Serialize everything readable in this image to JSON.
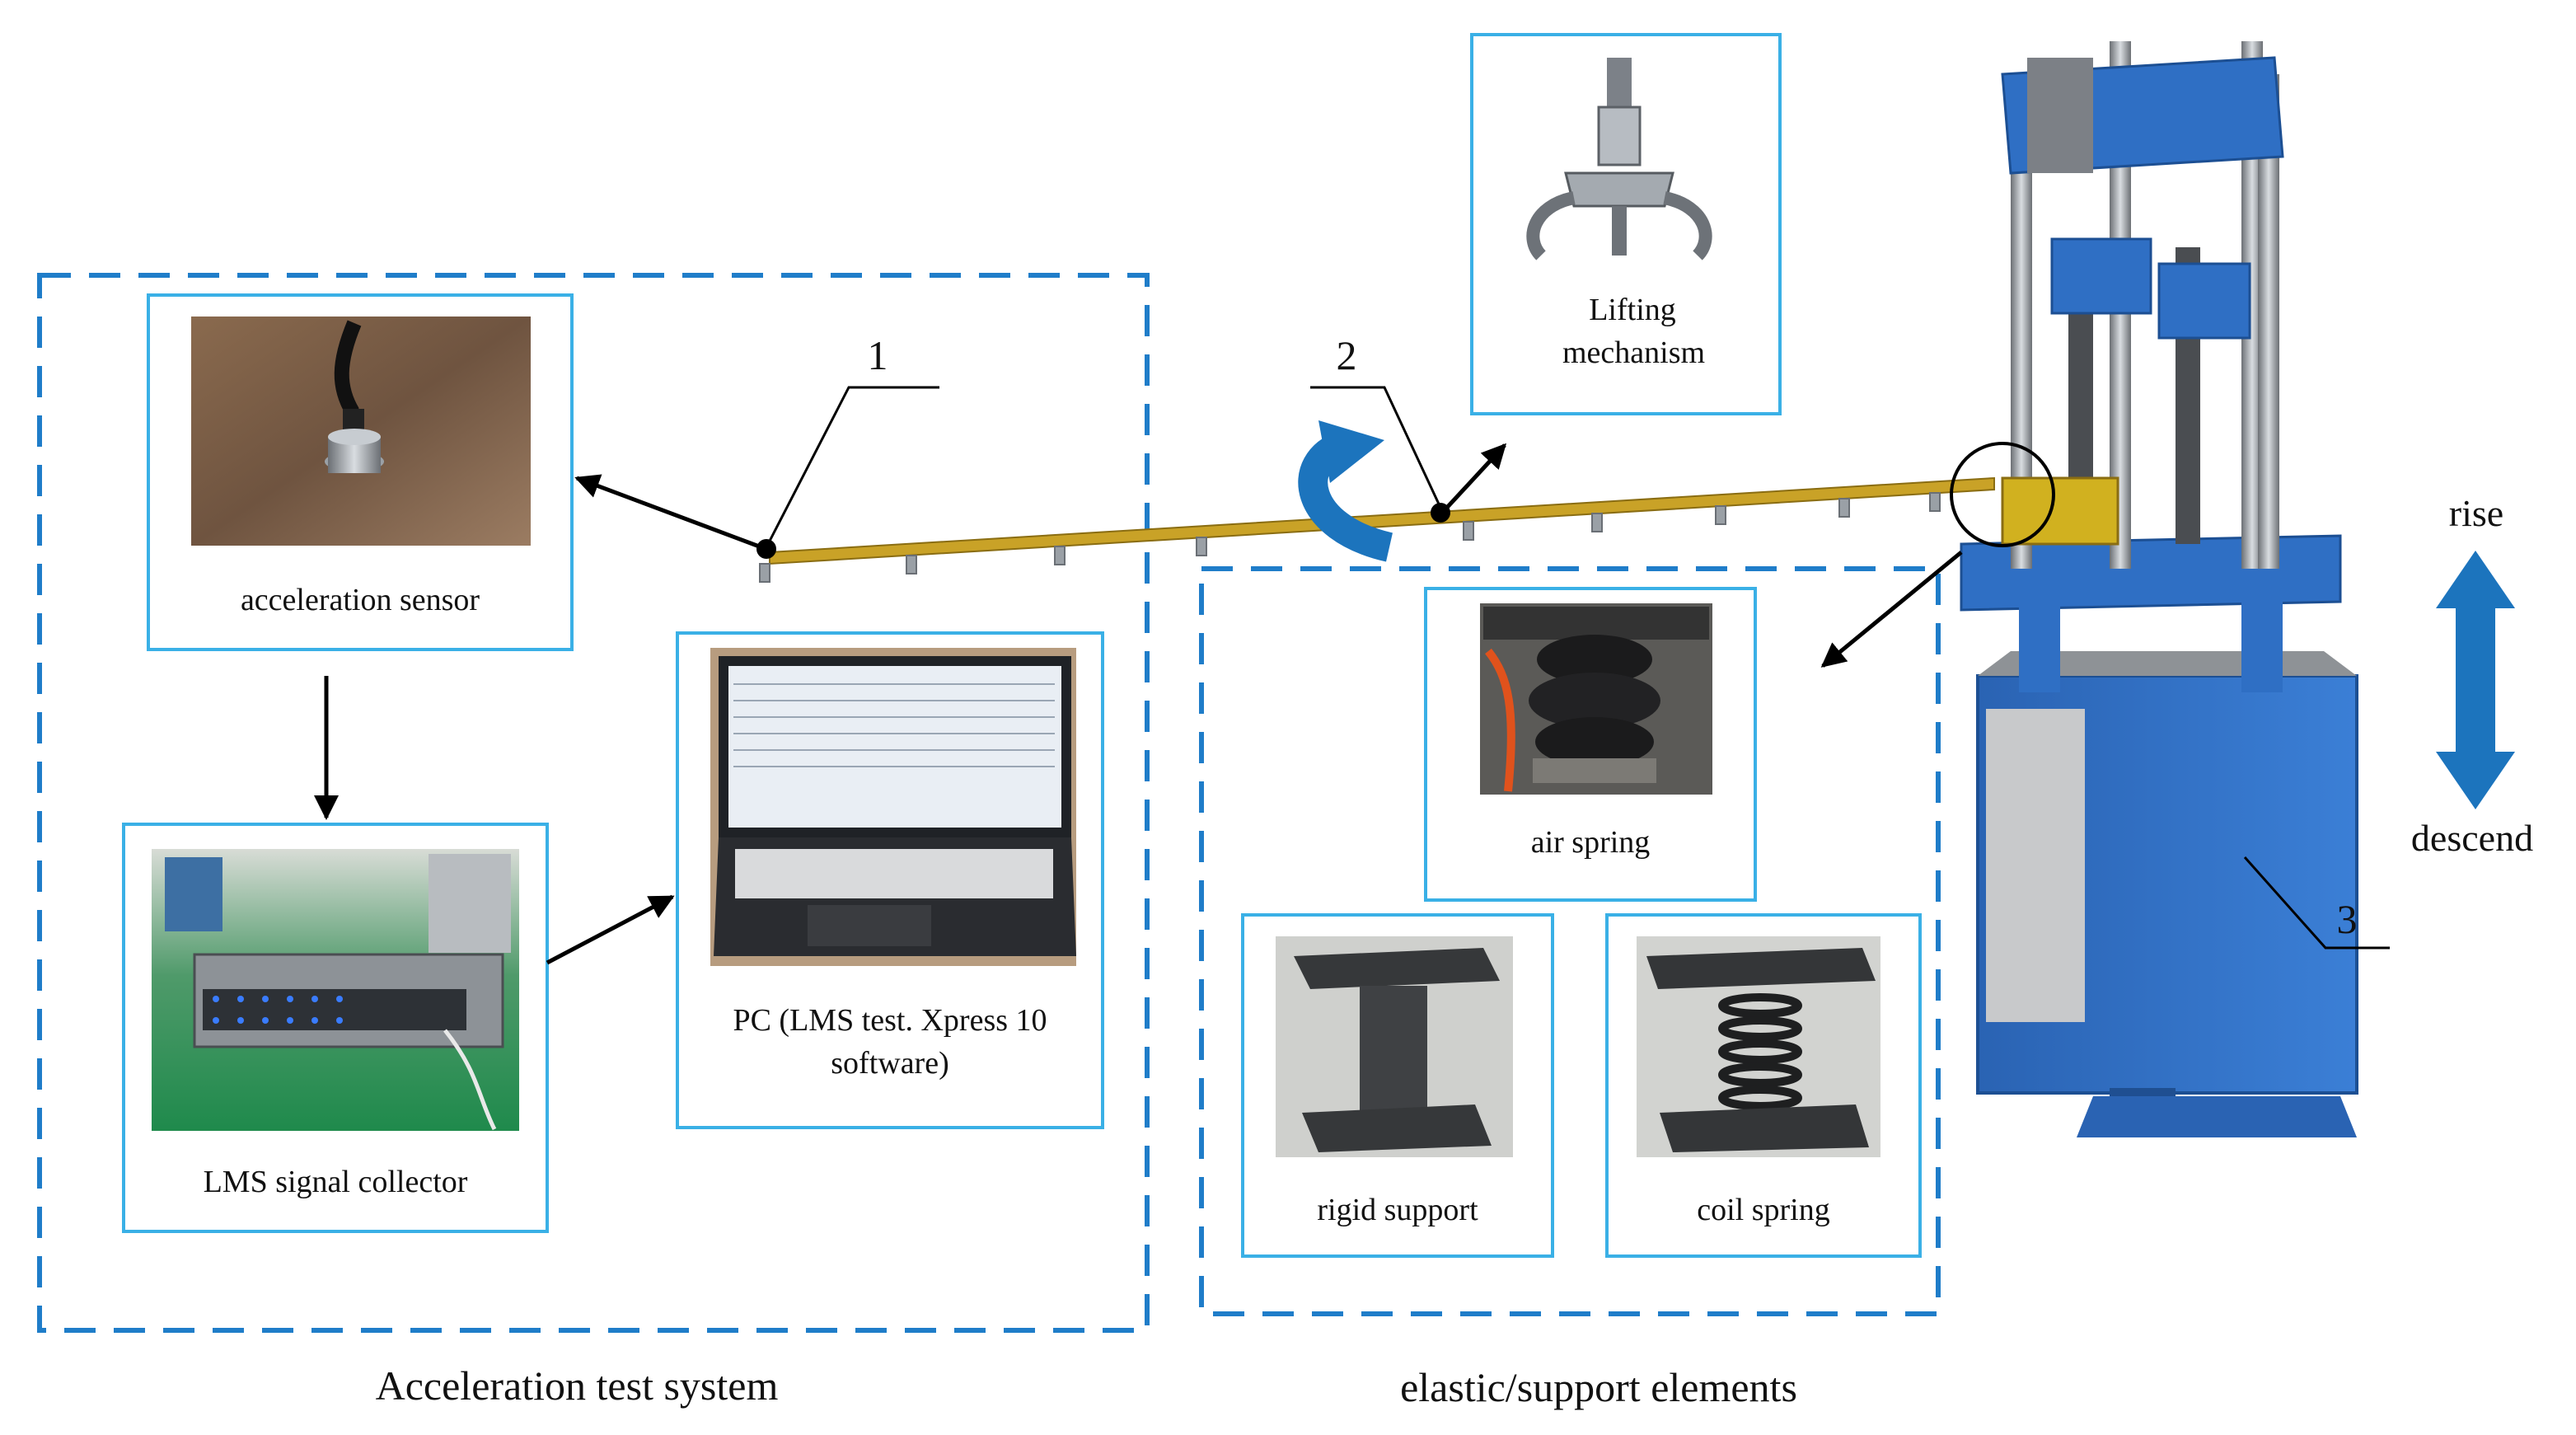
{
  "diagram": {
    "numbers": {
      "n1": "1",
      "n2": "2",
      "n3": "3"
    },
    "components": {
      "acceleration_sensor": "acceleration sensor",
      "signal_collector": "LMS signal collector",
      "pc": "PC (LMS test. Xpress 10 software)",
      "lifting": "Lifting mechanism",
      "air_spring": "air spring",
      "rigid_support": "rigid support",
      "coil_spring": "coil spring"
    },
    "groups": {
      "acceleration_test_system": "Acceleration test system",
      "elastic_support": "elastic/support elements"
    },
    "motion": {
      "rise": "rise",
      "descend": "descend"
    },
    "colors": {
      "box_border": "#3ab0e6",
      "dashed_border": "#1f7dc9",
      "arrow_blue": "#1c74bd",
      "machine_blue": "#2f6fc4",
      "beam_gold": "#c9a227",
      "beam_edge": "#8a6d12"
    }
  }
}
